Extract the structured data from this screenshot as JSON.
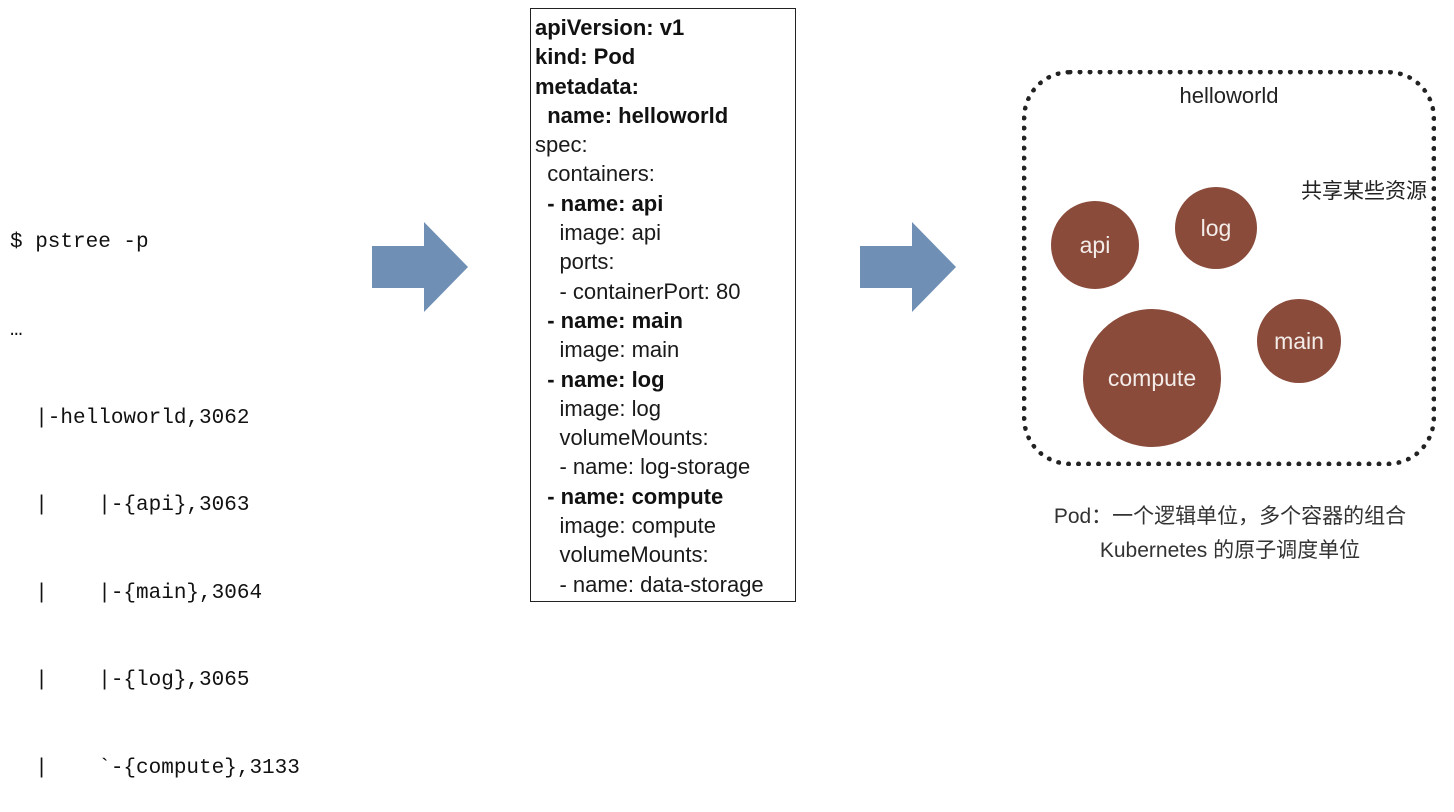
{
  "pstree": {
    "lines": [
      "$ pstree -p",
      "…",
      "  |-helloworld,3062",
      "  |    |-{api},3063",
      "  |    |-{main},3064",
      "  |    |-{log},3065",
      "  |    `-{compute},3133"
    ]
  },
  "yaml": {
    "lines": [
      {
        "text": "apiVersion: v1",
        "bold": true
      },
      {
        "text": "kind: Pod",
        "bold": true
      },
      {
        "text": "metadata:",
        "bold": true
      },
      {
        "text": "  name: helloworld",
        "bold": true
      },
      {
        "text": "spec:",
        "bold": false
      },
      {
        "text": "  containers:",
        "bold": false
      },
      {
        "text": "  - name: api",
        "bold": true
      },
      {
        "text": "    image: api",
        "bold": false
      },
      {
        "text": "    ports:",
        "bold": false
      },
      {
        "text": "    - containerPort: 80",
        "bold": false
      },
      {
        "text": "  - name: main",
        "bold": true
      },
      {
        "text": "    image: main",
        "bold": false
      },
      {
        "text": "  - name: log",
        "bold": true
      },
      {
        "text": "    image: log",
        "bold": false
      },
      {
        "text": "    volumeMounts:",
        "bold": false
      },
      {
        "text": "    - name: log-storage",
        "bold": false
      },
      {
        "text": "  - name: compute",
        "bold": true
      },
      {
        "text": "    image: compute",
        "bold": false
      },
      {
        "text": "    volumeMounts:",
        "bold": false
      },
      {
        "text": "    - name: data-storage",
        "bold": false
      }
    ]
  },
  "pod": {
    "title": "helloworld",
    "shared": "共享某些资源",
    "containers": [
      "api",
      "log",
      "main",
      "compute"
    ],
    "circle_color": "#8a4b3b"
  },
  "caption": {
    "line1": "Pod：一个逻辑单位，多个容器的组合",
    "line2": "Kubernetes 的原子调度单位"
  },
  "colors": {
    "arrow": "#6f8fb5"
  }
}
